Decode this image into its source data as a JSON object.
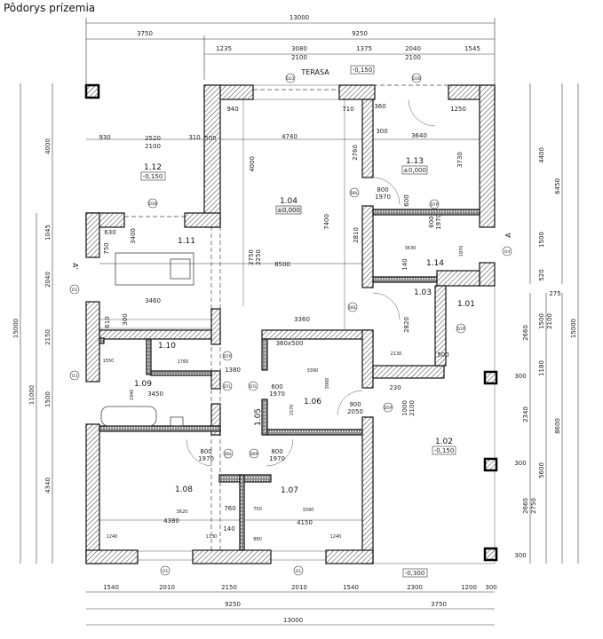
{
  "title": "Pôdorys prízemia",
  "terrace_label": "TERASA",
  "terrace_level": "-0,150",
  "outside_level": "-0,300",
  "top_dims": [
    "13000",
    "3750",
    "9250",
    "1235",
    "3080",
    "2100",
    "1375",
    "2040",
    "2100",
    "1545"
  ],
  "bottom_dims": [
    "1540",
    "2010",
    "2150",
    "2010",
    "1540",
    "2300",
    "1200",
    "300",
    "9250",
    "3750",
    "13000"
  ],
  "left_dims": [
    "15000",
    "11000",
    "4000",
    "1045",
    "2040",
    "2150",
    "1500",
    "4340"
  ],
  "right_dims": [
    "4400",
    "1500",
    "520",
    "275",
    "6450",
    "15000",
    "2660",
    "1500",
    "2100",
    "1180",
    "300",
    "2340",
    "8600",
    "300",
    "5600",
    "2660",
    "2750",
    "300"
  ],
  "rooms": [
    {
      "id": "1.12",
      "level": "-0,150"
    },
    {
      "id": "1.04",
      "level": "±0,000"
    },
    {
      "id": "1.13",
      "level": "±0,000"
    },
    {
      "id": "1.11"
    },
    {
      "id": "1.14"
    },
    {
      "id": "1.03"
    },
    {
      "id": "1.01"
    },
    {
      "id": "1.10"
    },
    {
      "id": "1.09"
    },
    {
      "id": "1.06"
    },
    {
      "id": "1.05"
    },
    {
      "id": "1.02",
      "level": "-0,150"
    },
    {
      "id": "1.08"
    },
    {
      "id": "1.07"
    }
  ],
  "tags": [
    "D22",
    "D30",
    "D30",
    "D6L",
    "D7P",
    "D6L",
    "D1P",
    "D7P",
    "D7L",
    "D7L",
    "D5P",
    "D6L",
    "D6P",
    "O1",
    "O1",
    "O2",
    "O3",
    "O4"
  ],
  "interior_dims": [
    "940",
    "710",
    "360",
    "1250",
    "930",
    "2520",
    "2100",
    "310",
    "500",
    "4740",
    "300",
    "3640",
    "2760",
    "4000",
    "7400",
    "3730",
    "800",
    "1970",
    "600",
    "8500",
    "3460",
    "3360",
    "2750",
    "2250",
    "2810",
    "3630",
    "1970",
    "140",
    "2820",
    "3400",
    "630",
    "750",
    "610",
    "300",
    "1550",
    "1760",
    "1380",
    "3450",
    "1940",
    "360x500",
    "3000",
    "3390",
    "600",
    "1970",
    "900",
    "2050",
    "1570",
    "800",
    "1970",
    "800",
    "1970",
    "4380",
    "3620",
    "4150",
    "3390",
    "760",
    "750",
    "1240",
    "1240",
    "1130",
    "880",
    "140",
    "230",
    "1000",
    "2100",
    "2130",
    "500",
    "600",
    "1970"
  ],
  "section_marks": [
    "A",
    "A'"
  ]
}
